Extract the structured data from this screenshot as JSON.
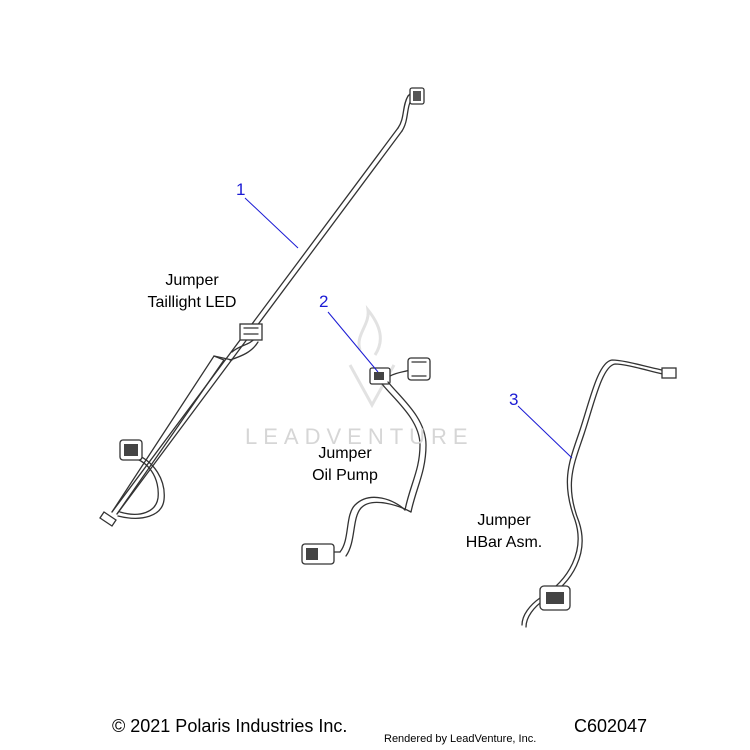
{
  "callouts": [
    {
      "number": "1",
      "color": "#1a1ad4"
    },
    {
      "number": "2",
      "color": "#1a1ad4"
    },
    {
      "number": "3",
      "color": "#1a1ad4"
    }
  ],
  "parts": [
    {
      "line1": "Jumper",
      "line2": "Taillight LED"
    },
    {
      "line1": "Jumper",
      "line2": "Oil Pump"
    },
    {
      "line1": "Jumper",
      "line2": "HBar Asm."
    }
  ],
  "watermark": "LEADVENTURE",
  "footer": {
    "copyright": "© 2021 Polaris Industries Inc.",
    "rendered_by": "Rendered by LeadVenture, Inc.",
    "diagram_code": "C602047"
  }
}
